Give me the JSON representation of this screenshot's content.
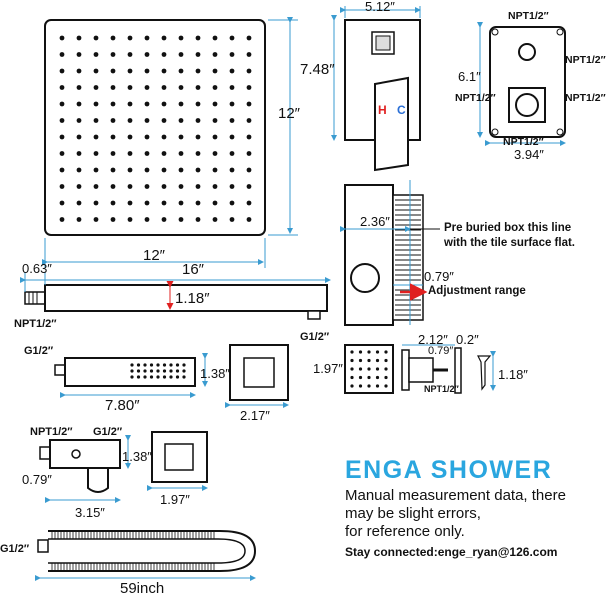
{
  "labels": {
    "head_width": "12″",
    "head_height": "12″",
    "valve_width": "5.12″",
    "valve_height": "7.48″",
    "box_npt_top": "NPT1/2″",
    "box_npt_right_top": "NPT1/2″",
    "box_npt_left": "NPT1/2″",
    "box_npt_right": "NPT1/2″",
    "box_npt_bottom": "NPT1/2″",
    "box_height": "6.1″",
    "box_width": "3.94″",
    "box_depth": "2.36″",
    "box_offset": "0.79″",
    "pre_buried_note_1": "Pre buried box this line",
    "pre_buried_note_2": "with the tile surface flat.",
    "adjustment_range": "Adjustment range",
    "arm_offset": "0.63″",
    "arm_length": "16″",
    "arm_height": "1.18″",
    "arm_npt": "NPT1/2″",
    "arm_g": "G1/2″",
    "hand_g": "G1/2″",
    "hand_height": "1.38″",
    "hand_length": "7.80″",
    "hand_flange": "2.17″",
    "jet_size": "1.97″",
    "jet_depth": "2.12″",
    "jet_thick": "0.2″",
    "jet_offset": "0.79″",
    "jet_npt": "NPT1/2″",
    "screw_len": "1.18″",
    "holder_npt": "NPT1/2″",
    "holder_g": "G1/2″",
    "holder_height": "1.38″",
    "holder_offset": "0.79″",
    "holder_length": "3.15″",
    "holder_flange": "1.97″",
    "hose_g": "G1/2″",
    "hose_length": "59inch",
    "valve_h": "H",
    "valve_c": "C"
  },
  "brand": "ENGA SHOWER",
  "disclaimer": [
    "Manual measurement data, there",
    "may be slight errors,",
    "for reference only."
  ],
  "contact": "Stay connected:enge_ryan@126.com",
  "colors": {
    "brand": "#2aa6df",
    "dim_line": "#3a9bd0",
    "arrow": "#e02020",
    "hot": "#e02020",
    "cold": "#2a6fd6"
  }
}
